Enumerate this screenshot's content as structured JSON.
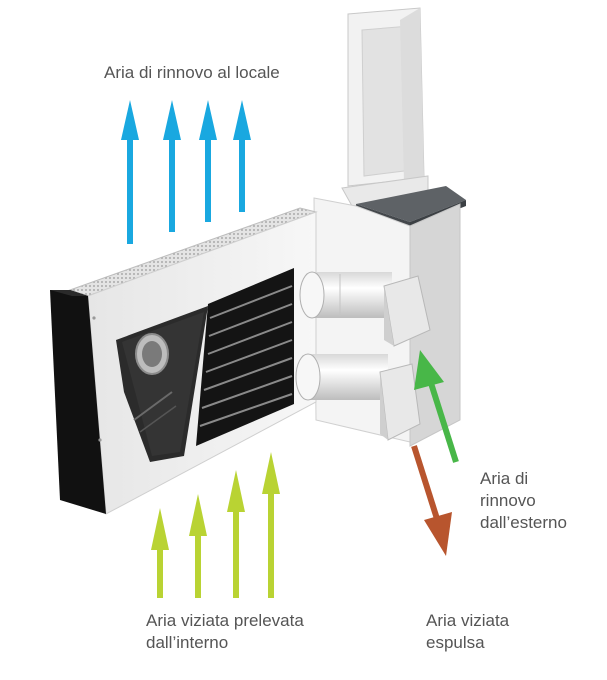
{
  "labels": {
    "fresh_to_room": "Aria di rinnovo al locale",
    "fresh_from_outside": [
      "Aria di",
      "rinnovo",
      "dall’esterno"
    ],
    "stale_from_inside": [
      "Aria viziata prelevata",
      "dall’interno"
    ],
    "stale_expelled": [
      "Aria viziata",
      "espulsa"
    ]
  },
  "colors": {
    "fresh_to_room_arrow": "#19a8e0",
    "stale_in_arrow": "#b9d333",
    "fresh_from_outside_arrow": "#48b748",
    "stale_expelled_arrow": "#b8552e",
    "label_text": "#555555"
  },
  "icons": [
    "arrow-up-icon",
    "arrow-diagonal-icon"
  ]
}
